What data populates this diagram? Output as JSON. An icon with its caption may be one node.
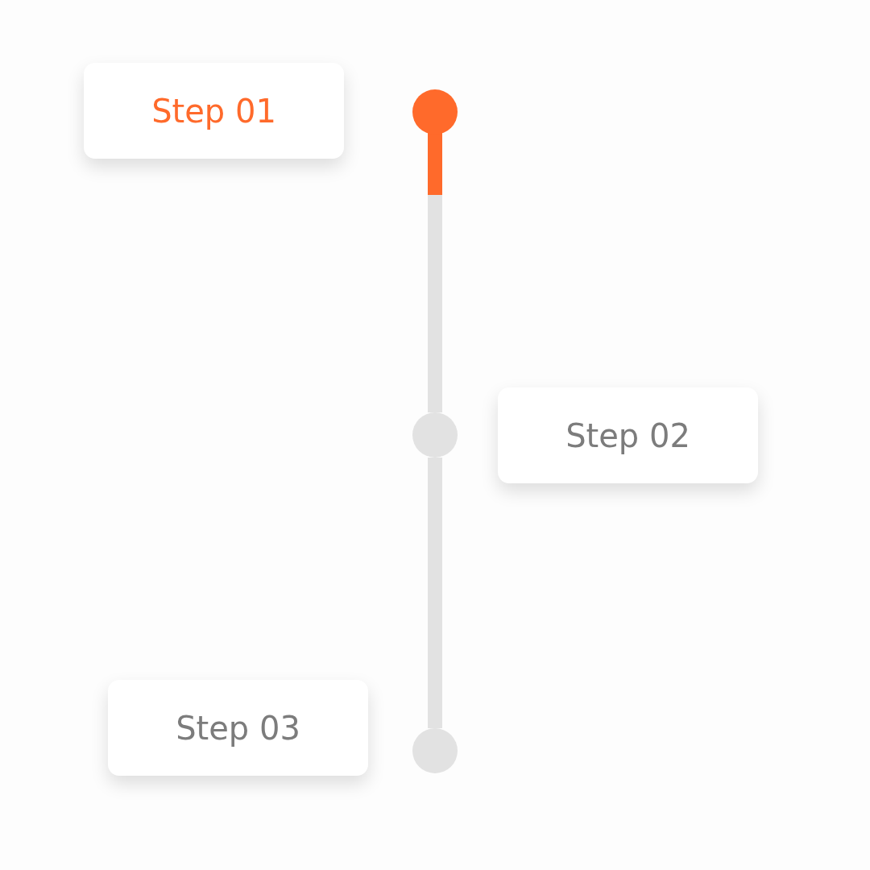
{
  "diagram": {
    "nodes": [
      {
        "text": [
          "Step 01"
        ]
      },
      {
        "text": [],
        "shape": "circle"
      },
      {
        "text": [],
        "shape": "circle"
      },
      {
        "text": [
          "Step 02"
        ]
      },
      {
        "text": [
          "Step 03"
        ]
      },
      {
        "text": [],
        "shape": "circle"
      }
    ],
    "edges": [
      {
        "from": 1,
        "to": 2,
        "arrow": "none"
      },
      {
        "from": 2,
        "to": 5,
        "arrow": "none"
      }
    ]
  }
}
